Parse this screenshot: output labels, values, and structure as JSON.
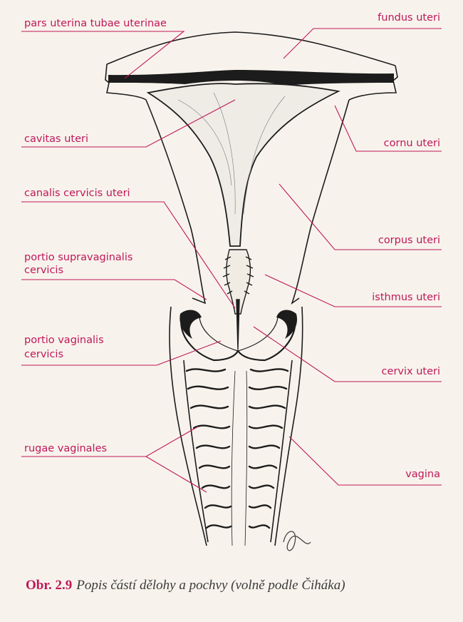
{
  "labels": {
    "pars_uterina": "pars uterina tubae uterinae",
    "fundus": "fundus uteri",
    "cavitas": "cavitas uteri",
    "cornu": "cornu uteri",
    "canalis": "canalis cervicis uteri",
    "corpus": "corpus uteri",
    "supravag_1": "portio supravaginalis",
    "supravag_2": "cervicis",
    "isthmus": "isthmus uteri",
    "vaginalis_1": "portio vaginalis",
    "vaginalis_2": "cervicis",
    "cervix": "cervix uteri",
    "rugae": "rugae vaginales",
    "vagina": "vagina"
  },
  "caption": {
    "number": "Obr. 2.9",
    "text": "Popis částí dělohy a pochvy (volně podle Čiháka)"
  },
  "colors": {
    "label": "#c0175a",
    "drawing": "#1c1c1c"
  }
}
